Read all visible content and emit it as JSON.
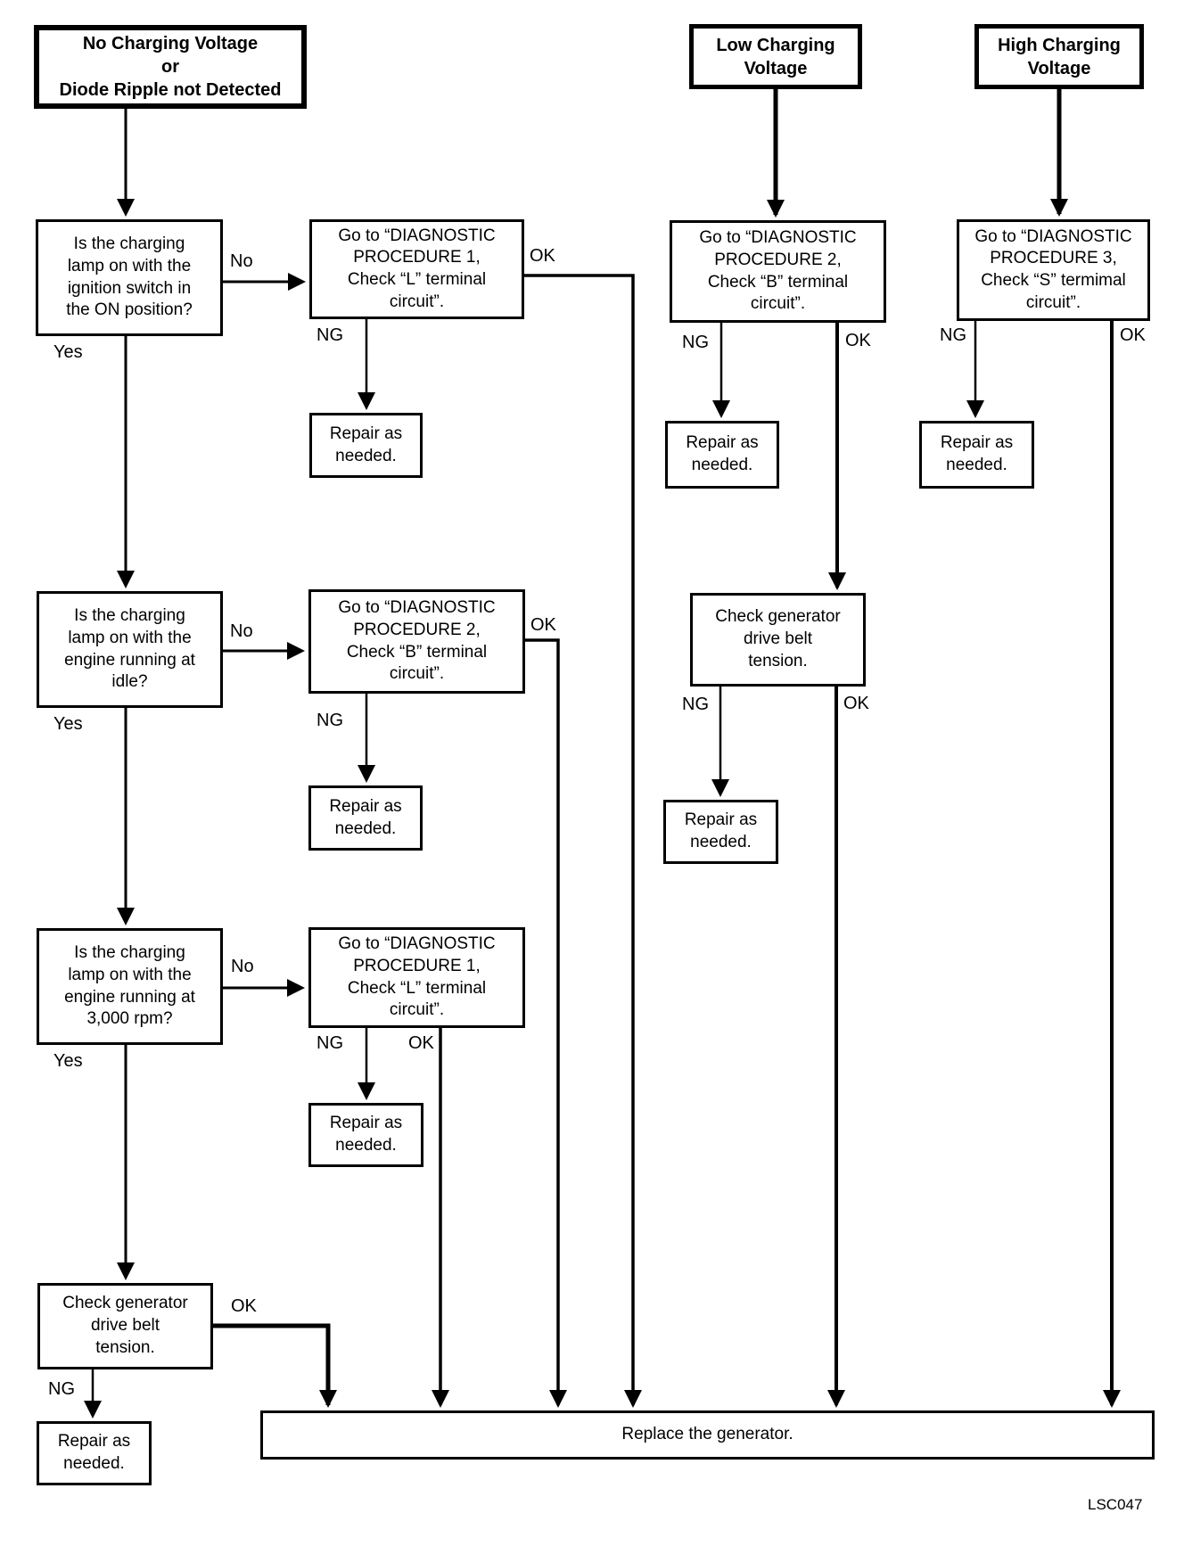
{
  "page": {
    "background": "#ffffff",
    "line_color": "#000000",
    "figure_code": "LSC047"
  },
  "labels": {
    "yes": "Yes",
    "no": "No",
    "ng": "NG",
    "ok": "OK"
  },
  "boxes": {
    "start_no_charging": "No Charging Voltage\nor\nDiode Ripple not Detected",
    "start_low": "Low Charging\nVoltage",
    "start_high": "High Charging\nVoltage",
    "q_ignition": "Is the charging\nlamp on with the\nignition switch in\nthe ON position?",
    "q_idle": "Is the charging\nlamp on with the\nengine running at\nidle?",
    "q_3000rpm": "Is the charging\nlamp on with the\nengine running at\n3,000 rpm?",
    "diag_left_row1": "Go to “DIAGNOSTIC\nPROCEDURE 1,\nCheck “L” terminal\ncircuit”.",
    "diag_left_row2": "Go to “DIAGNOSTIC\nPROCEDURE 2,\nCheck “B” terminal\ncircuit”.",
    "diag_left_row3": "Go to “DIAGNOSTIC\nPROCEDURE 1,\nCheck “L” terminal\ncircuit”.",
    "diag_mid": "Go to “DIAGNOSTIC\nPROCEDURE 2,\nCheck “B” terminal\ncircuit”.",
    "diag_right": "Go to “DIAGNOSTIC\nPROCEDURE 3,\nCheck “S” termimal\ncircuit”.",
    "check_belt_left": "Check generator\ndrive belt\ntension.",
    "check_belt_mid": "Check generator\ndrive belt\ntension.",
    "repair_left_row1": "Repair as\nneeded.",
    "repair_left_row2": "Repair as\nneeded.",
    "repair_left_row3": "Repair as\nneeded.",
    "repair_left_bottom": "Repair as\nneeded.",
    "repair_mid_row1": "Repair as\nneeded.",
    "repair_mid_row2": "Repair as\nneeded.",
    "repair_right": "Repair as\nneeded.",
    "replace_generator": "Replace the generator."
  }
}
